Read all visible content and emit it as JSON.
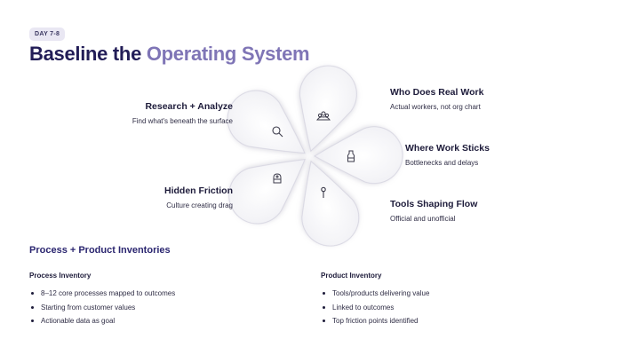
{
  "header": {
    "badge": "DAY 7-8",
    "title_part1": "Baseline the ",
    "title_part2": "Operating System"
  },
  "petals": [
    {
      "title": "Research + Analyze",
      "subtitle": "Find what's beneath the surface",
      "icon": "search-icon"
    },
    {
      "title": "Who Does Real Work",
      "subtitle": "Actual workers, not org chart",
      "icon": "people-icon"
    },
    {
      "title": "Where Work Sticks",
      "subtitle": "Bottlenecks and delays",
      "icon": "bottleneck-icon"
    },
    {
      "title": "Tools Shaping Flow",
      "subtitle": "Official and unofficial",
      "icon": "wrench-icon"
    },
    {
      "title": "Hidden Friction",
      "subtitle": "Culture creating drag",
      "icon": "friction-icon"
    }
  ],
  "inventories": {
    "title": "Process + Product Inventories",
    "process": {
      "heading": "Process Inventory",
      "items": [
        "8–12 core processes mapped to outcomes",
        "Starting from customer values",
        "Actionable data as goal"
      ]
    },
    "product": {
      "heading": "Product Inventory",
      "items": [
        "Tools/products delivering value",
        "Linked to outcomes",
        "Top friction points identified"
      ]
    }
  }
}
